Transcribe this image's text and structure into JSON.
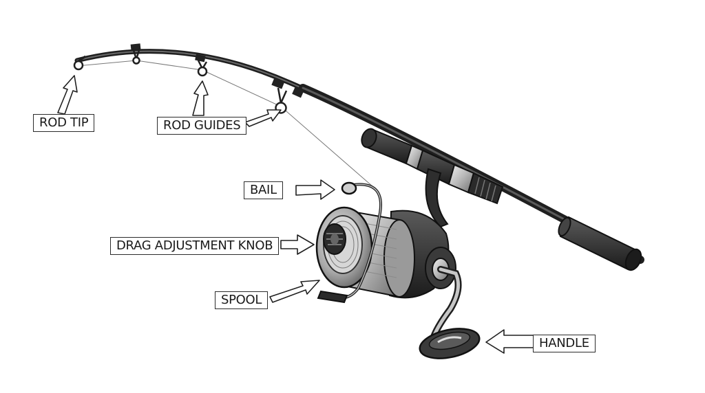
{
  "labels": {
    "rod_tip": "ROD TIP",
    "rod_guides": "ROD GUIDES",
    "bail": "BAIL",
    "drag_knob": "DRAG ADJUSTMENT KNOB",
    "spool": "SPOOL",
    "handle": "HANDLE"
  },
  "colors": {
    "ink": "#1a1a1a",
    "rod": "#2b2b2b",
    "metal": "#bfbfbf",
    "background": "#ffffff"
  }
}
